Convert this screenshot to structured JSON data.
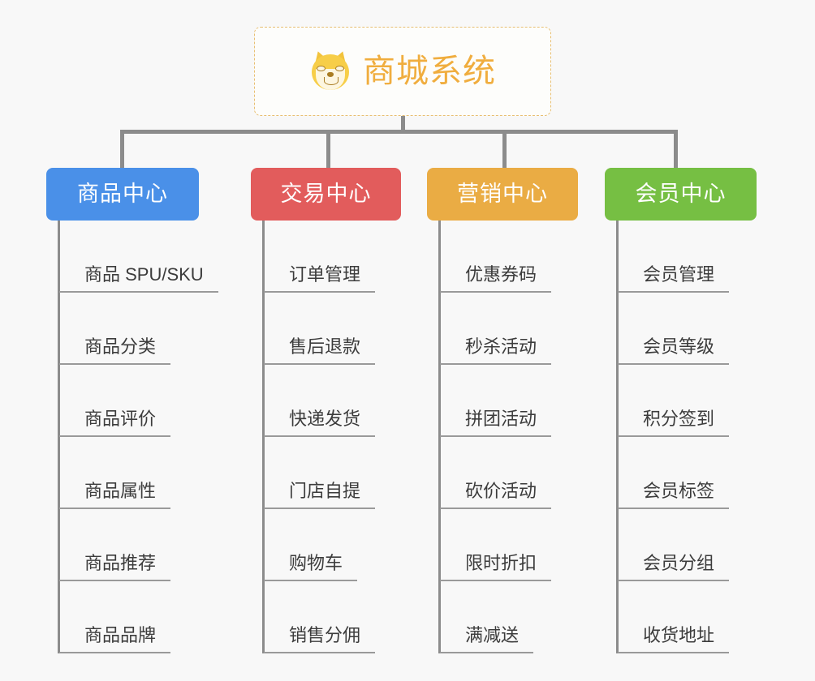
{
  "root": {
    "title": "商城系统",
    "icon": "shiba-inu-icon",
    "border_color": "#e8bf72",
    "text_color": "#f0ad3e",
    "background": "#fdfdfb"
  },
  "canvas": {
    "background": "#f8f8f8",
    "connector_color": "#8c8c8c"
  },
  "categories": [
    {
      "label": "商品中心",
      "color": "#4a90e8",
      "items": [
        "商品 SPU/SKU",
        "商品分类",
        "商品评价",
        "商品属性",
        "商品推荐",
        "商品品牌"
      ]
    },
    {
      "label": "交易中心",
      "color": "#e25c5c",
      "items": [
        "订单管理",
        "售后退款",
        "快递发货",
        "门店自提",
        "购物车",
        "销售分佣"
      ]
    },
    {
      "label": "营销中心",
      "color": "#eaac44",
      "items": [
        "优惠券码",
        "秒杀活动",
        "拼团活动",
        "砍价活动",
        "限时折扣",
        "满减送"
      ]
    },
    {
      "label": "会员中心",
      "color": "#76bf43",
      "items": [
        "会员管理",
        "会员等级",
        "积分签到",
        "会员标签",
        "会员分组",
        "收货地址"
      ]
    }
  ]
}
